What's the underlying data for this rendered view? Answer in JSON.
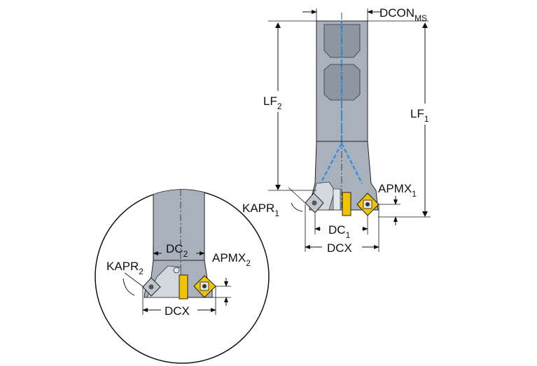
{
  "colors": {
    "tool_body": "#a9b1bc",
    "tool_dark": "#8e96a2",
    "coolant": "#3f8fd6",
    "insert_gold": "#f2c300",
    "insert_grey": "#bfc5cc",
    "line": "#111111"
  },
  "labels": {
    "dcon_ms": {
      "main": "DCON",
      "sub": "MS"
    },
    "lf2": {
      "main": "LF",
      "sub": "2"
    },
    "lf1": {
      "main": "LF",
      "sub": "1"
    },
    "kapr1": {
      "main": "KAPR",
      "sub": "1"
    },
    "apmx1": {
      "main": "APMX",
      "sub": "1"
    },
    "dc1": {
      "main": "DC",
      "sub": "1"
    },
    "dcx_main": {
      "main": "DCX"
    },
    "dc2": {
      "main": "DC",
      "sub": "2"
    },
    "apmx2": {
      "main": "APMX",
      "sub": "2"
    },
    "kapr2": {
      "main": "KAPR",
      "sub": "2"
    },
    "dcx_detail": {
      "main": "DCX"
    }
  }
}
